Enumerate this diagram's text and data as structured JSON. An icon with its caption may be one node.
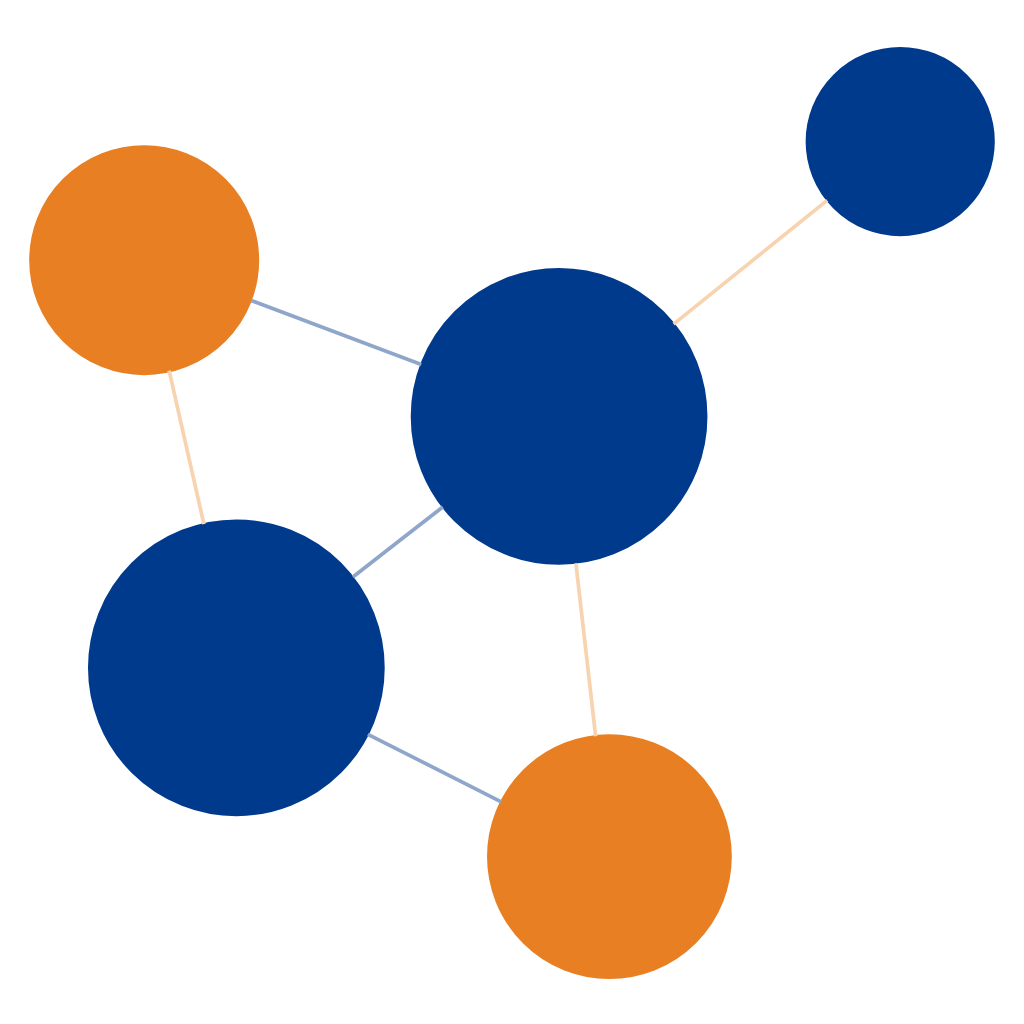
{
  "diagram": {
    "nodes": [
      {
        "text": [],
        "shape": "circle"
      },
      {
        "text": [],
        "shape": "circle"
      },
      {
        "text": [],
        "shape": "circle"
      },
      {
        "text": [],
        "shape": "circle"
      },
      {
        "text": [],
        "shape": "circle"
      }
    ],
    "edges": [
      {
        "from": 0,
        "to": 1,
        "arrow": "none",
        "color": "#8fa6ca"
      },
      {
        "from": 0,
        "to": 2,
        "arrow": "none",
        "color": "#8fa6ca"
      },
      {
        "from": 1,
        "to": 2,
        "arrow": "none",
        "color": "#f7d3b0"
      },
      {
        "from": 0,
        "to": 3,
        "arrow": "none",
        "color": "#f7d3b0"
      },
      {
        "from": 3,
        "to": 2,
        "arrow": "none",
        "color": "#8fa6ca"
      },
      {
        "from": 2,
        "to": 4,
        "arrow": "none",
        "color": "#f7d3b0"
      }
    ]
  }
}
